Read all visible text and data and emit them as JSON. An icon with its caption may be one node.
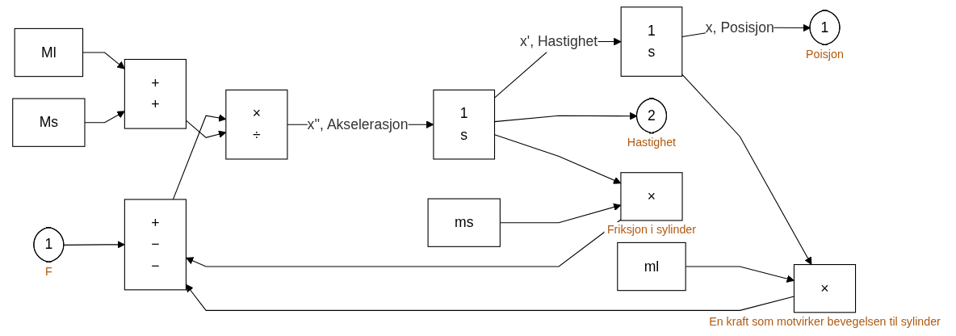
{
  "diagram": {
    "nodes": [
      {
        "text": [
          "1"
        ],
        "beside": [
          "F"
        ]
      },
      {
        "text": [
          "+",
          "−",
          "−"
        ]
      },
      {
        "text": [
          "×",
          "÷"
        ]
      },
      {
        "text": [
          "1",
          "s"
        ]
      },
      {
        "text": [
          "1",
          "s"
        ]
      },
      {
        "text": [
          "2"
        ],
        "beside": [
          "Hastighet"
        ]
      },
      {
        "text": [
          "1"
        ],
        "beside": [
          "Poisjon"
        ]
      },
      {
        "text": [
          "Ml"
        ]
      },
      {
        "text": [
          "Ms"
        ]
      },
      {
        "text": [
          "+",
          "+"
        ]
      },
      {
        "text": [
          "×"
        ],
        "beside": [
          "Friksjon i sylinder"
        ]
      },
      {
        "text": [
          "ms"
        ]
      },
      {
        "text": [
          "×"
        ],
        "beside": [
          "En kraft som motvirker bevegelsen til sylinder"
        ]
      },
      {
        "text": [
          "ml"
        ]
      }
    ],
    "edges": [
      {
        "from": 0,
        "to": 1,
        "arrow": "to"
      },
      {
        "from": 1,
        "to": 2,
        "arrow": "to"
      },
      {
        "from": 2,
        "to": 3,
        "arrow": "to",
        "label": "x'', Akselerasjon"
      },
      {
        "from": 3,
        "to": 4,
        "arrow": "to",
        "label": "x', Hastighet"
      },
      {
        "from": 3,
        "to": 5,
        "arrow": "to"
      },
      {
        "from": 4,
        "to": 6,
        "arrow": "to",
        "label": "x, Posisjon"
      },
      {
        "from": 7,
        "to": 9,
        "arrow": "to"
      },
      {
        "from": 8,
        "to": 9,
        "arrow": "to"
      },
      {
        "from": 9,
        "to": 2,
        "arrow": "to"
      },
      {
        "from": 3,
        "to": 10,
        "arrow": "to"
      },
      {
        "from": 11,
        "to": 10,
        "arrow": "to"
      },
      {
        "from": 10,
        "to": 1,
        "arrow": "to"
      },
      {
        "from": 4,
        "to": 12,
        "arrow": "to"
      },
      {
        "from": 13,
        "to": 12,
        "arrow": "to"
      },
      {
        "from": 12,
        "to": 1,
        "arrow": "to"
      }
    ]
  }
}
